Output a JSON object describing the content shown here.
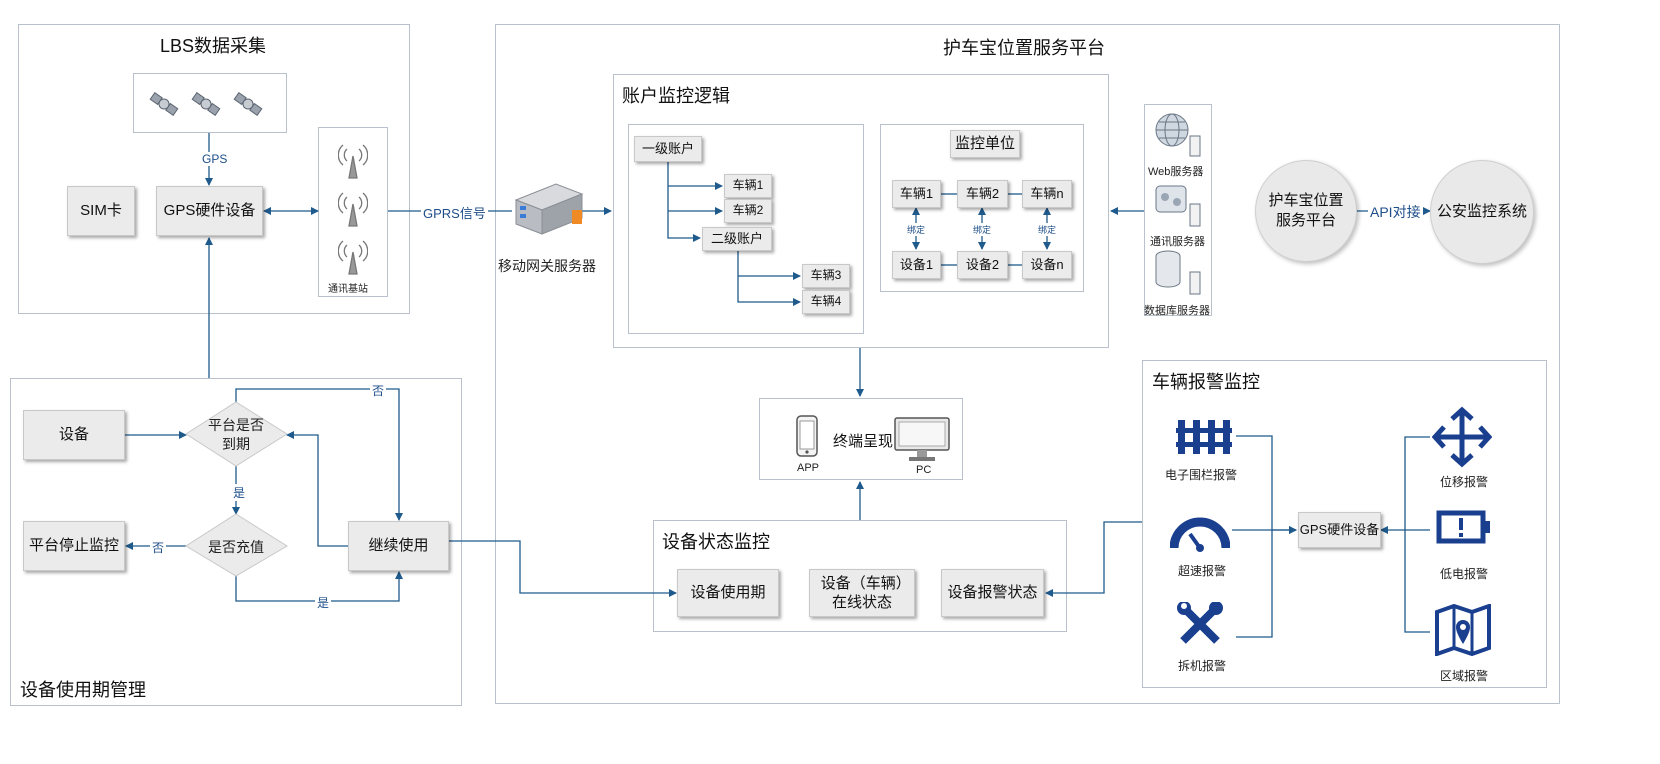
{
  "lbs": {
    "title": "LBS数据采集",
    "sim": "SIM卡",
    "gps_device": "GPS硬件设备",
    "gps_label": "GPS",
    "tower_caption": "通讯基站",
    "gprs_label": "GPRS信号"
  },
  "gateway": {
    "caption": "移动网关服务器"
  },
  "platform": {
    "title": "护车宝位置服务平台",
    "account": {
      "title": "账户监控逻辑",
      "level1": "一级账户",
      "level2": "二级账户",
      "cars": [
        "车辆1",
        "车辆2",
        "车辆3",
        "车辆4"
      ]
    },
    "monitor_unit": {
      "title": "监控单位",
      "cars": [
        "车辆1",
        "车辆2",
        "车辆n"
      ],
      "devices": [
        "设备1",
        "设备2",
        "设备n"
      ],
      "bind": "绑定"
    },
    "servers": [
      "Web服务器",
      "通讯服务器",
      "数据库服务器"
    ],
    "circle_left": "护车宝位置服务平台",
    "api_label": "API对接",
    "circle_right": "公安监控系统",
    "terminal": {
      "title": "终端呈现",
      "app": "APP",
      "pc": "PC"
    },
    "status": {
      "title": "设备状态监控",
      "period": "设备使用期",
      "online": "设备（车辆）在线状态",
      "alarm_status": "设备报警状态"
    },
    "alarm": {
      "title": "车辆报警监控",
      "gps_device": "GPS硬件设备",
      "fence": "电子围栏报警",
      "speed": "超速报警",
      "dismantle": "拆机报警",
      "move": "位移报警",
      "battery": "低电报警",
      "area": "区域报警"
    }
  },
  "lifecycle": {
    "title": "设备使用期管理",
    "device": "设备",
    "expired": "平台是否到期",
    "recharge": "是否充值",
    "stop": "平台停止监控",
    "continue": "继续使用",
    "yes": "是",
    "no": "否"
  },
  "colors": {
    "line": "#1f5a8c",
    "icon": "#1a3f8f",
    "box": "#ebebeb",
    "border": "#b9c2cc"
  }
}
